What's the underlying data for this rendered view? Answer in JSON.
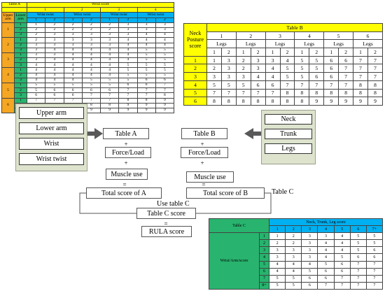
{
  "table_a": {
    "title": "Table A",
    "wrist_score": "Wrist score",
    "wrist_cols": [
      "1",
      "2",
      "3",
      "4"
    ],
    "wrist_twist": "Wrist twist",
    "twist_cols": [
      "1",
      "2",
      "1",
      "2",
      "1",
      "2",
      "1",
      "2"
    ],
    "upper_arm": "Upper arm",
    "lower_arm": "Lower arm",
    "upper_values": [
      "1",
      "2",
      "3",
      "4",
      "5",
      "6"
    ],
    "lower_values": [
      "1",
      "2",
      "3"
    ],
    "rows": [
      [
        "1",
        "2",
        "2",
        "2",
        "2",
        "3",
        "3",
        "3"
      ],
      [
        "2",
        "2",
        "2",
        "2",
        "2",
        "3",
        "3",
        "3"
      ],
      [
        "2",
        "3",
        "3",
        "3",
        "3",
        "3",
        "4",
        "4"
      ],
      [
        "2",
        "3",
        "3",
        "3",
        "3",
        "4",
        "4",
        "4"
      ],
      [
        "3",
        "3",
        "3",
        "3",
        "3",
        "4",
        "4",
        "4"
      ],
      [
        "3",
        "4",
        "4",
        "4",
        "4",
        "4",
        "5",
        "5"
      ],
      [
        "3",
        "3",
        "4",
        "4",
        "4",
        "4",
        "5",
        "5"
      ],
      [
        "3",
        "4",
        "4",
        "4",
        "4",
        "4",
        "5",
        "5"
      ],
      [
        "4",
        "4",
        "4",
        "4",
        "4",
        "5",
        "5",
        "5"
      ],
      [
        "4",
        "4",
        "4",
        "4",
        "4",
        "5",
        "5",
        "5"
      ],
      [
        "4",
        "4",
        "4",
        "4",
        "4",
        "5",
        "5",
        "5"
      ],
      [
        "4",
        "4",
        "4",
        "5",
        "5",
        "5",
        "6",
        "6"
      ],
      [
        "5",
        "5",
        "5",
        "5",
        "5",
        "6",
        "6",
        "7"
      ],
      [
        "5",
        "6",
        "6",
        "6",
        "6",
        "7",
        "7",
        "7"
      ],
      [
        "6",
        "6",
        "6",
        "7",
        "7",
        "7",
        "7",
        "8"
      ],
      [
        "7",
        "7",
        "7",
        "7",
        "7",
        "8",
        "8",
        "9"
      ],
      [
        "8",
        "8",
        "8",
        "8",
        "8",
        "9",
        "9",
        "9"
      ],
      [
        "9",
        "9",
        "9",
        "9",
        "9",
        "9",
        "9",
        "9"
      ]
    ]
  },
  "table_b": {
    "title": "Table B",
    "row_header": "Neck Posture score",
    "trunk_cols": [
      "1",
      "2",
      "3",
      "4",
      "5",
      "6"
    ],
    "legs": "Legs",
    "leg_cols": [
      "1",
      "2",
      "1",
      "2",
      "1",
      "2",
      "1",
      "2",
      "1",
      "2",
      "1",
      "2"
    ],
    "row_labels": [
      "1",
      "2",
      "3",
      "4",
      "5",
      "6"
    ],
    "rows": [
      [
        "1",
        "3",
        "2",
        "3",
        "3",
        "4",
        "5",
        "5",
        "6",
        "6",
        "7",
        "7"
      ],
      [
        "2",
        "3",
        "2",
        "3",
        "4",
        "5",
        "5",
        "5",
        "6",
        "7",
        "7",
        "7"
      ],
      [
        "3",
        "3",
        "3",
        "4",
        "4",
        "5",
        "5",
        "6",
        "6",
        "7",
        "7",
        "7"
      ],
      [
        "5",
        "5",
        "5",
        "6",
        "6",
        "7",
        "7",
        "7",
        "7",
        "7",
        "8",
        "8"
      ],
      [
        "7",
        "7",
        "7",
        "7",
        "7",
        "8",
        "8",
        "8",
        "8",
        "8",
        "8",
        "8"
      ],
      [
        "8",
        "8",
        "8",
        "8",
        "8",
        "8",
        "8",
        "9",
        "9",
        "9",
        "9",
        "9"
      ]
    ]
  },
  "table_c": {
    "title": "Table C",
    "col_header": "Neck, Trunk, Leg score",
    "cols": [
      "1",
      "2",
      "3",
      "4",
      "5",
      "6",
      "7+"
    ],
    "row_header": "Wrist/Arm/score",
    "row_labels": [
      "1",
      "2",
      "3",
      "4",
      "5",
      "6",
      "7",
      "8+"
    ],
    "rows": [
      [
        "1",
        "2",
        "3",
        "3",
        "4",
        "5",
        "5"
      ],
      [
        "2",
        "2",
        "3",
        "4",
        "4",
        "5",
        "5"
      ],
      [
        "3",
        "3",
        "3",
        "4",
        "4",
        "5",
        "6"
      ],
      [
        "3",
        "3",
        "3",
        "4",
        "5",
        "6",
        "6"
      ],
      [
        "4",
        "4",
        "4",
        "5",
        "6",
        "7",
        "7"
      ],
      [
        "4",
        "4",
        "5",
        "6",
        "6",
        "7",
        "7"
      ],
      [
        "5",
        "5",
        "6",
        "6",
        "7",
        "7",
        "7"
      ],
      [
        "5",
        "5",
        "6",
        "7",
        "7",
        "7",
        "7"
      ]
    ]
  },
  "left_panel": [
    "Upper arm",
    "Lower arm",
    "Wrist",
    "Wrist twist"
  ],
  "right_panel": [
    "Neck",
    "Trunk",
    "Legs"
  ],
  "flow": {
    "table_a": "Table A",
    "table_b": "Table B",
    "plus": "+",
    "force_load": "Force/Load",
    "muscle_use": "Muscle use",
    "equals": "=",
    "total_a": "Total score of A",
    "total_b": "Total score of B",
    "table_c_label": "Table C",
    "use_table_c": "Use table C",
    "table_c_score": "Table C score",
    "rula_score": "RULA score"
  },
  "colors": {
    "yellow": "#ffff00",
    "blue": "#00b0f0",
    "green": "#28b46e",
    "orange": "#f5a623",
    "panel": "#dde3cd",
    "arrow": "#595959"
  }
}
